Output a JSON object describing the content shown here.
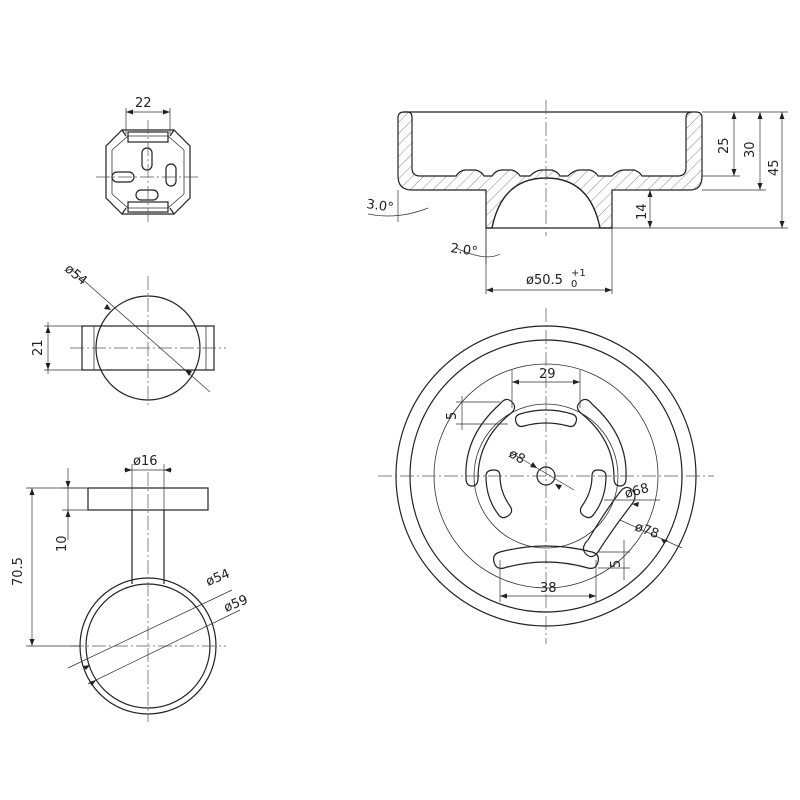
{
  "labels": {
    "width_22": "22",
    "dia_54_top": "ø54",
    "height_21": "21",
    "dia_16": "ø16",
    "height_10": "10",
    "height_70_5": "70.5",
    "dia_54": "ø54",
    "dia_59": "ø59",
    "angle_3": "3.0°",
    "angle_2": "2.0°",
    "dia_50_5": "ø50.5",
    "tol_upper": "+1",
    "tol_lower": "0",
    "height_25": "25",
    "height_30": "30",
    "height_45": "45",
    "height_14": "14",
    "width_29": "29",
    "slot_5_left": "5",
    "dia_8": "ø8",
    "dia_68": "ø68",
    "dia_78": "ø78",
    "slot_5_bottom": "5",
    "width_38": "38"
  }
}
